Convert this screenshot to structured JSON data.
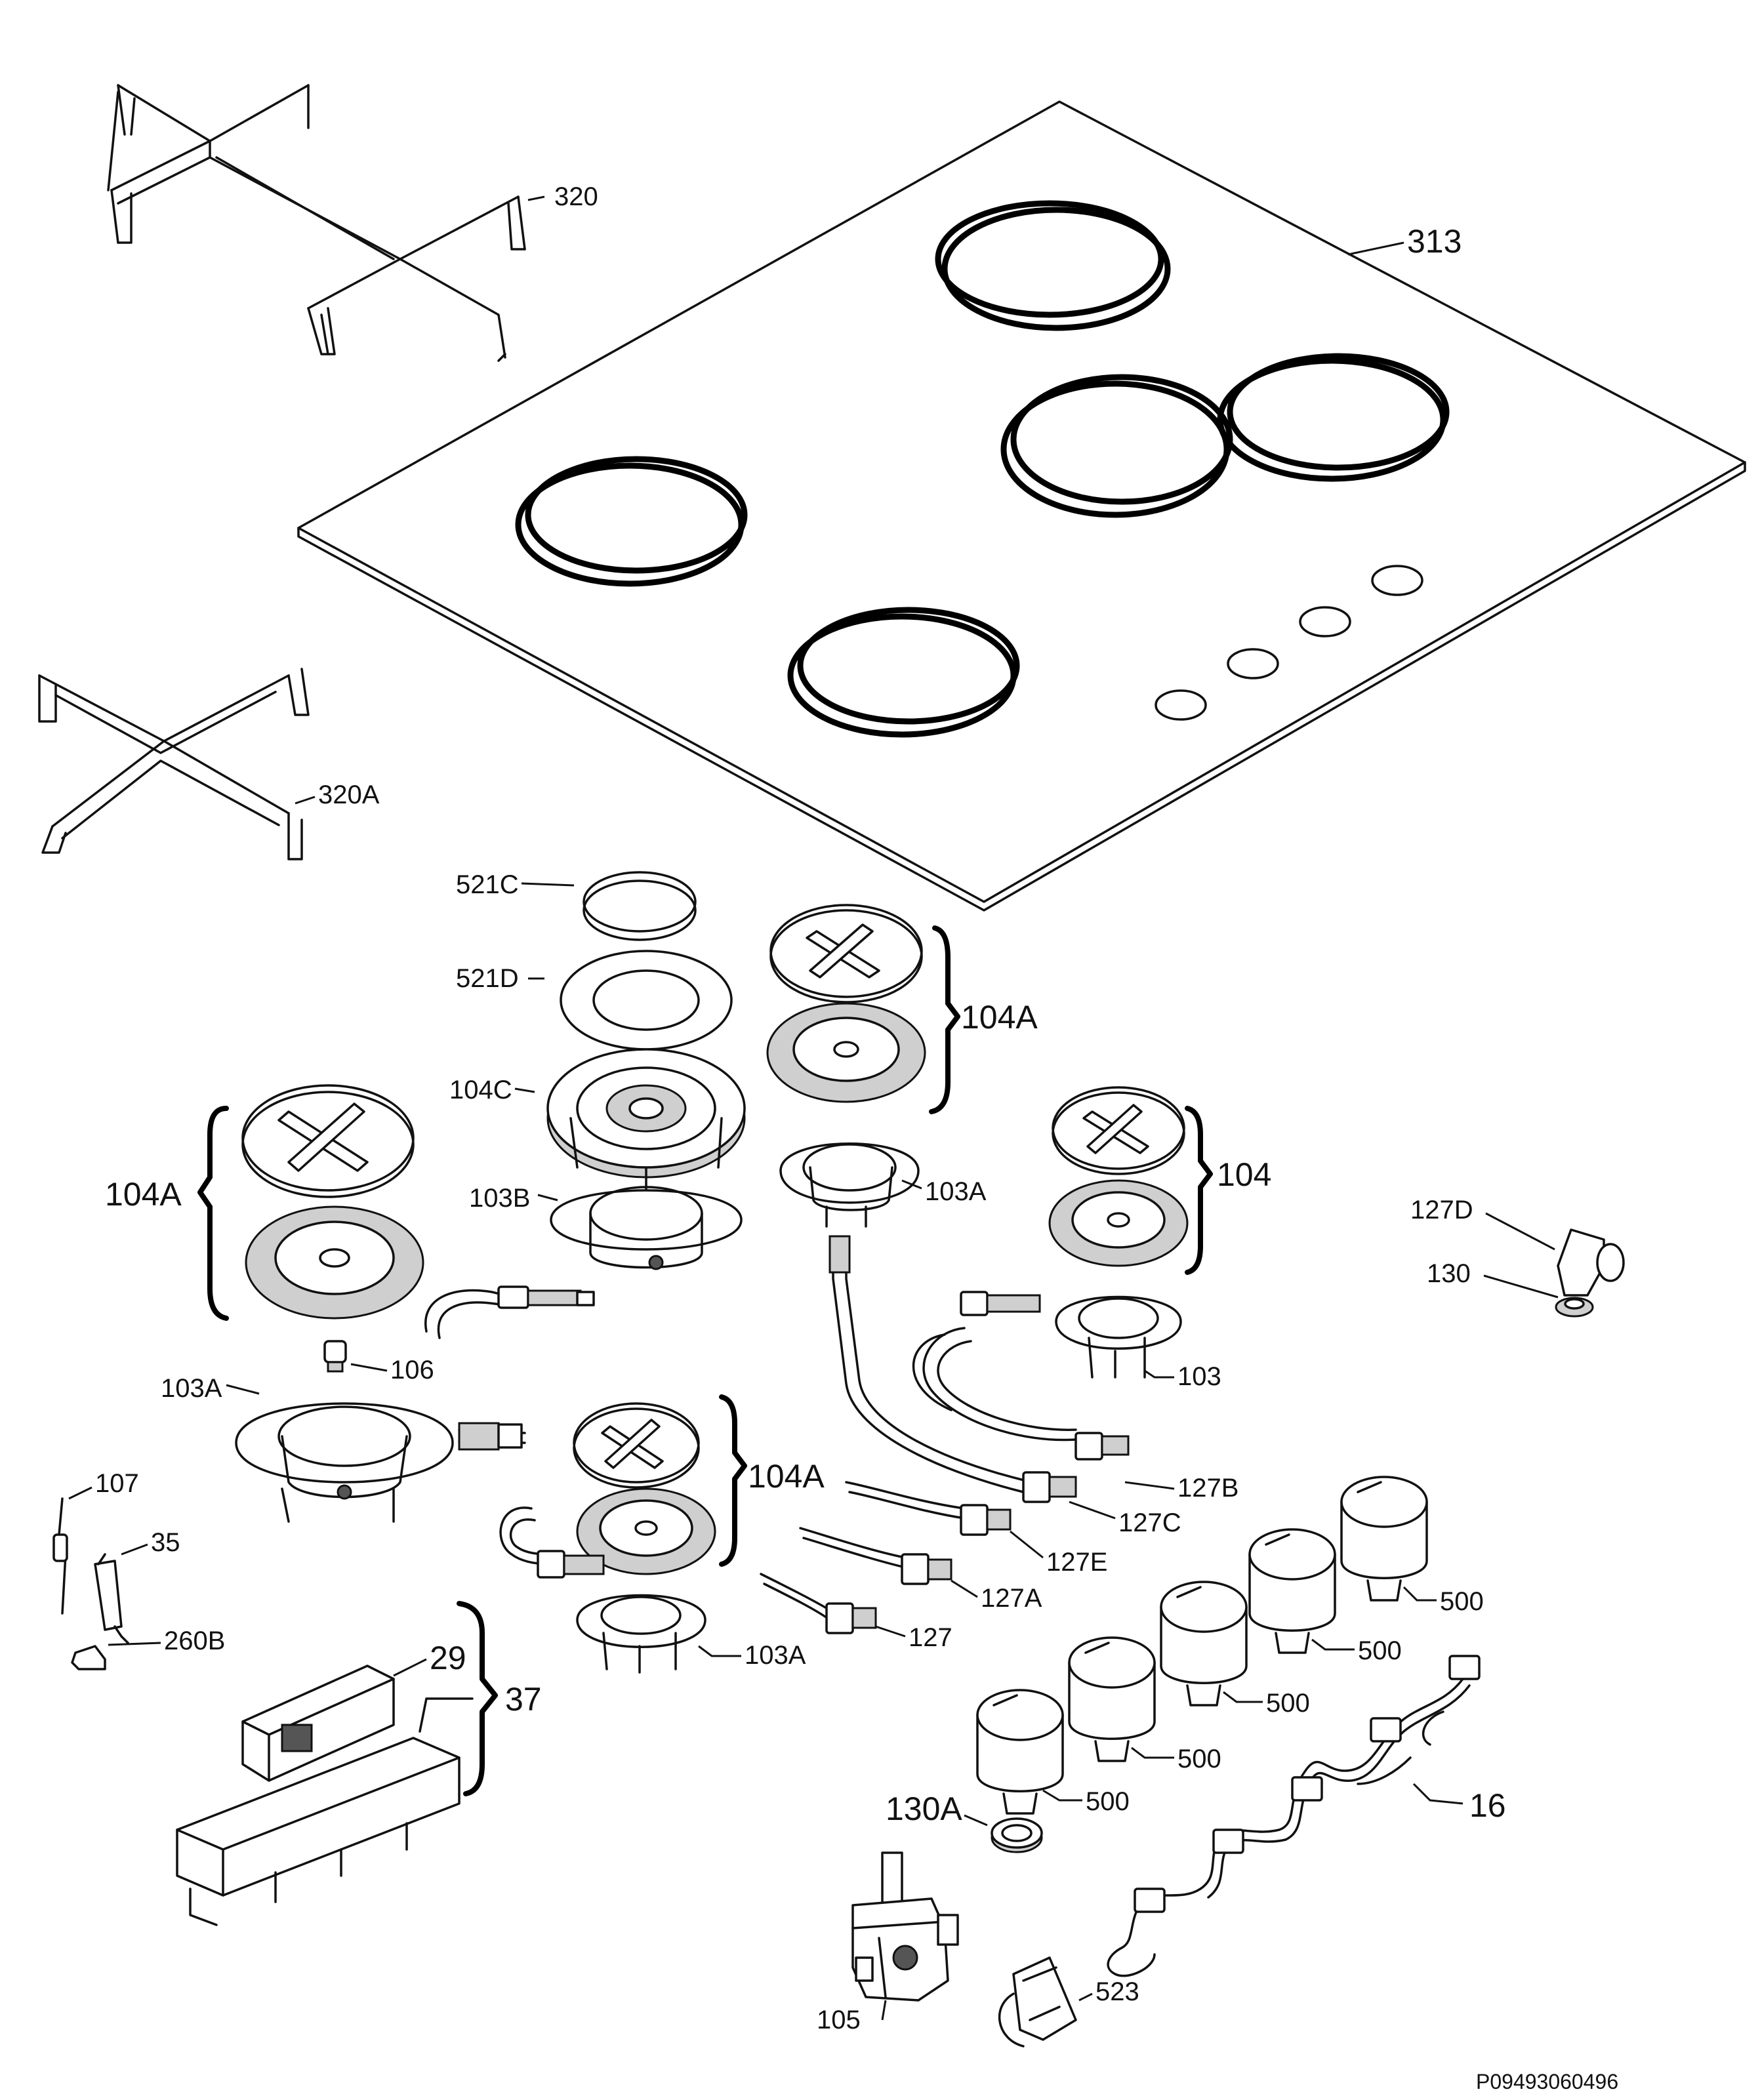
{
  "diagram": {
    "labels": {
      "l320": "320",
      "l313": "313",
      "l320A": "320A",
      "l521C": "521C",
      "l521D": "521D",
      "l104C": "104C",
      "l104A_top": "104A",
      "l104A_left": "104A",
      "l104A_mid": "104A",
      "l103B": "103B",
      "l103A_top": "103A",
      "l103A_left": "103A",
      "l103A_bot": "103A",
      "l104": "104",
      "l103": "103",
      "l127D": "127D",
      "l130": "130",
      "l106": "106",
      "l107": "107",
      "l35": "35",
      "l260B": "260B",
      "l29": "29",
      "l37": "37",
      "l127B": "127B",
      "l127C": "127C",
      "l127E": "127E",
      "l127A": "127A",
      "l127": "127",
      "l500_1": "500",
      "l500_2": "500",
      "l500_3": "500",
      "l500_4": "500",
      "l500_5": "500",
      "l16": "16",
      "l130A": "130A",
      "l105": "105",
      "l523": "523"
    },
    "code": "P09493060496"
  }
}
